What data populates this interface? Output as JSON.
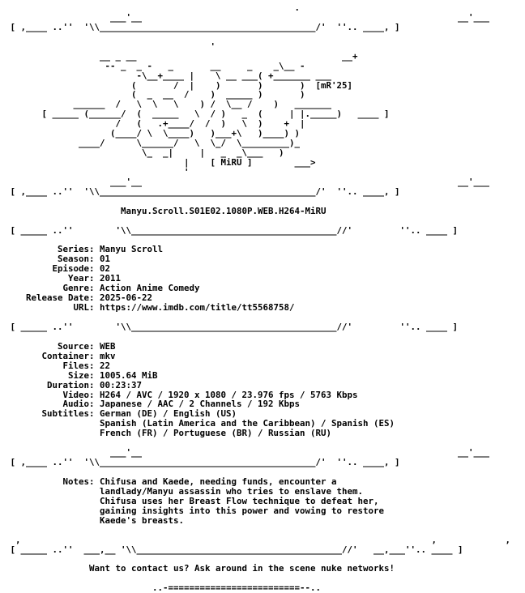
{
  "nfo": {
    "lines": [
      "                                                       .",
      "                    ___'__                                                            __'___",
      " [ ,____ ..''  '\\\\_________________________________________/'  ''.. ____, ]",
      "",
      "                                       '",
      "                  __ _ __                                       __+",
      "                   -- _  _ -   _       __     _    _\\__ -",
      "                         -\\__+____ |    \\ __ ___( +_______ ___",
      "                        (       /  |    )       )       )  [mR'25]",
      "                        (  _  __  /    )  _____ )       )",
      "             ______  /   \\  \\   \\    ) /  \\__ /    )   _______",
      "       [ _____ (______/  (  _____   \\  / )   _  (     | |._____)   ____ ]",
      "                     /   (   .+____/  /  )   \\  )    +  |",
      "                    (____/ \\  \\____)   )___+\\   )____) )",
      "              ____/      \\______/   \\  \\_/  \\_________)_",
      "                          \\_  _|     |   _  _\\___   )",
      "                                  |    [ MiRU ]        ___>",
      "                                  '",
      "                    ___'__                                                            __'___",
      " [ ,____ ..''  '\\\\_________________________________________/'  ''.. ____, ]",
      "",
      "                      Manyu.Scroll.S01E02.1080P.WEB.H264-MiRU",
      "",
      " [ _____ ..''        '\\\\_______________________________________//'         ''.. ____ ]",
      "",
      "          Series: Manyu Scroll",
      "          Season: 01",
      "         Episode: 02",
      "            Year: 2011",
      "           Genre: Action Anime Comedy",
      "    Release Date: 2025-06-22",
      "             URL: https://www.imdb.com/title/tt5568758/",
      "",
      " [ _____ ..''        '\\\\_______________________________________//'         ''.. ____ ]",
      "",
      "          Source: WEB",
      "       Container: mkv",
      "           Files: 22",
      "            Size: 1005.64 MiB",
      "        Duration: 00:23:37",
      "           Video: H264 / AVC / 1920 x 1080 / 23.976 fps / 5763 Kbps",
      "           Audio: Japanese / AAC / 2 Channels / 192 Kbps",
      "       Subtitles: German (DE) / English (US)",
      "                  Spanish (Latin America and the Caribbean) / Spanish (ES)",
      "                  French (FR) / Portuguese (BR) / Russian (RU)",
      "",
      "                    ___'__                                                            __'___",
      " [ ,____ ..''  '\\\\_________________________________________/'  ''.. ____, ]",
      "",
      "           Notes: Chifusa and Kaede, needing funds, encounter a",
      "                  landlady/Manyu assassin who tries to enslave them.",
      "                  Chifusa uses her Breast Flow technique to defeat her,",
      "                  gaining insights into this power and vowing to restore",
      "                  Kaede's breasts.",
      "",
      "  ,                                                                              ,             ,",
      " [ _____ ..''  ___,__ '\\\\_______________________________________//'   __,___''.. ____ ]",
      "",
      "                Want to contact us? Ask around in the scene nuke networks!",
      "",
      "                            ..-=========================--.."
    ]
  }
}
